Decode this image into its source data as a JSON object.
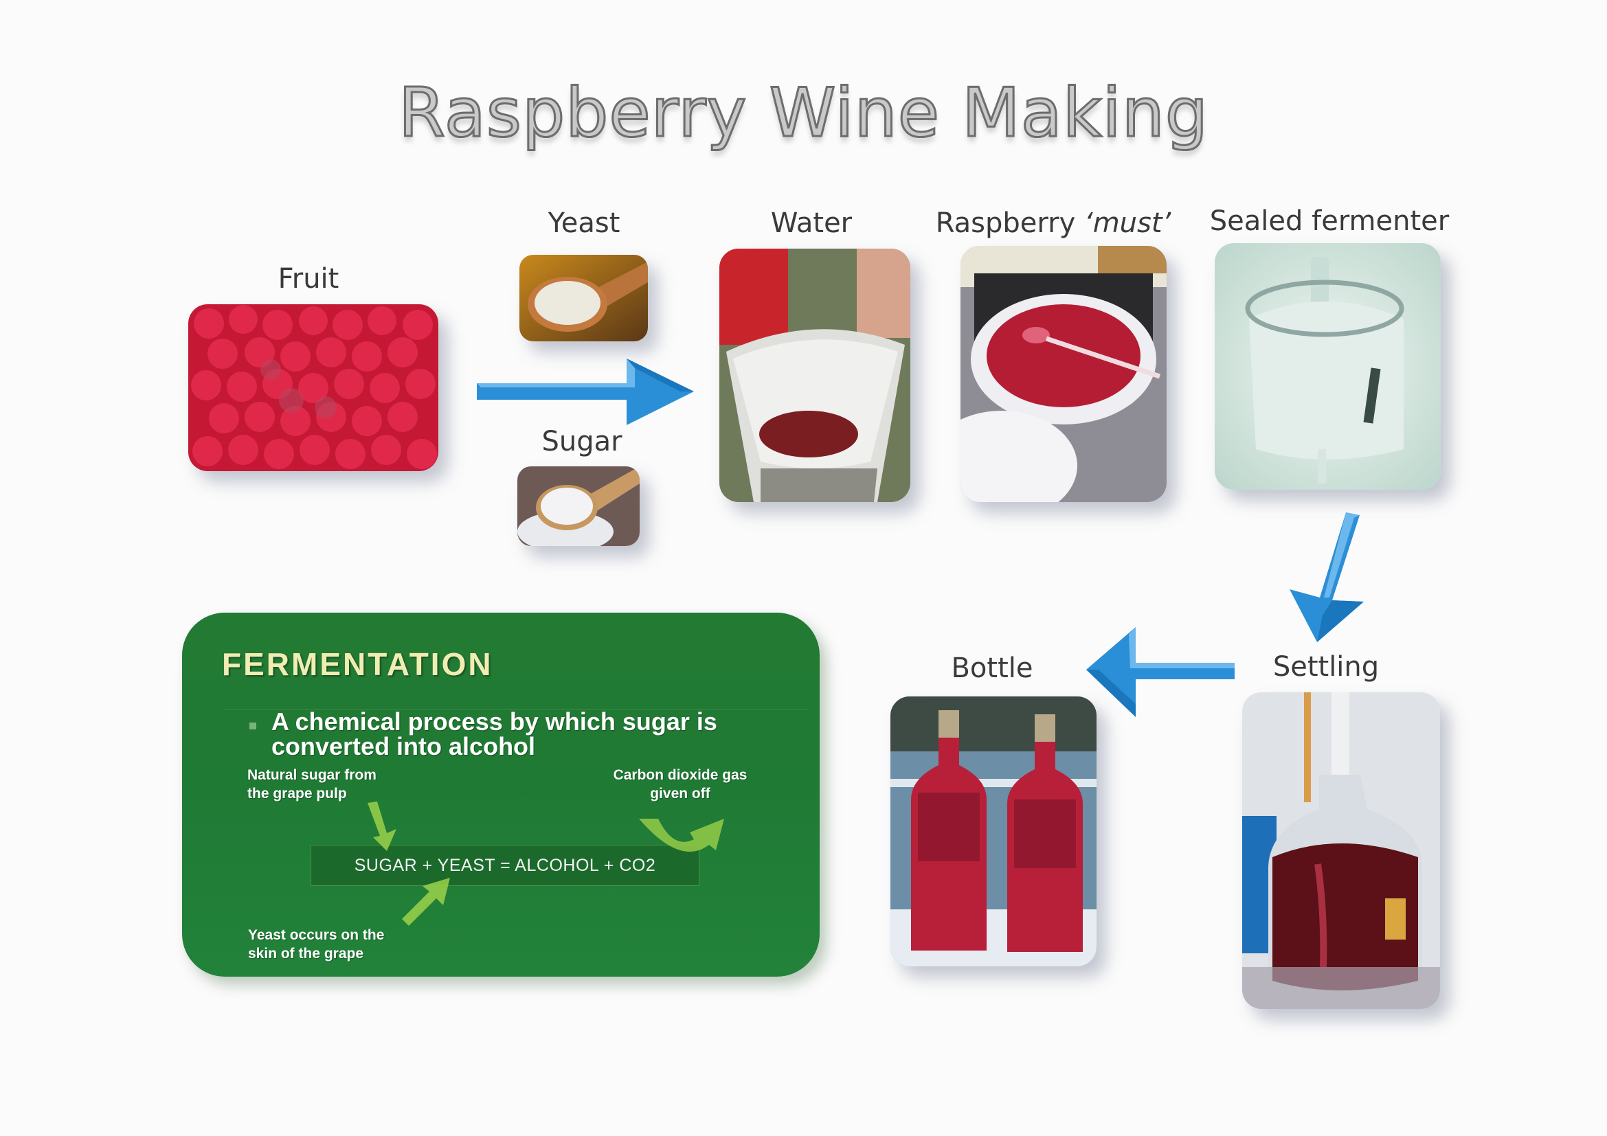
{
  "title": "Raspberry Wine Making",
  "steps": {
    "fruit": {
      "label": "Fruit",
      "image": "raspberries-photo"
    },
    "yeast": {
      "label": "Yeast",
      "image": "yeast-spoon-photo"
    },
    "sugar": {
      "label": "Sugar",
      "image": "sugar-spoon-photo"
    },
    "water": {
      "label": "Water",
      "image": "water-bucket-photo"
    },
    "must": {
      "label_main": "Raspberry ",
      "label_italic": "‘must’",
      "image": "raspberry-must-photo"
    },
    "fermenter": {
      "label": "Sealed fermenter",
      "image": "sealed-fermenter-photo"
    },
    "settling": {
      "label": "Settling",
      "image": "demijohn-settling-photo"
    },
    "bottle": {
      "label": "Bottle",
      "image": "wine-bottles-photo"
    }
  },
  "arrows": [
    {
      "from": "ingredients",
      "to": "water",
      "direction": "right"
    },
    {
      "from": "fermenter",
      "to": "settling",
      "direction": "down-left"
    },
    {
      "from": "settling",
      "to": "bottle",
      "direction": "left"
    }
  ],
  "fermentation": {
    "heading": "FERMENTATION",
    "bullet": "A chemical process by which sugar is converted into alcohol",
    "equation": "SUGAR + YEAST = ALCOHOL  + CO2",
    "notes": {
      "sugar_line1": "Natural sugar from",
      "sugar_line2": "the grape pulp",
      "co2_line1": "Carbon dioxide gas",
      "co2_line2": "given off",
      "yeast_line1": "Yeast occurs on the",
      "yeast_line2": "skin of the grape"
    }
  },
  "colors": {
    "arrow_blue": "#2a8fd6",
    "box_green": "#1f7a34",
    "heading_cream": "#f1edb2",
    "note_arrow_green": "#9bd14a"
  }
}
